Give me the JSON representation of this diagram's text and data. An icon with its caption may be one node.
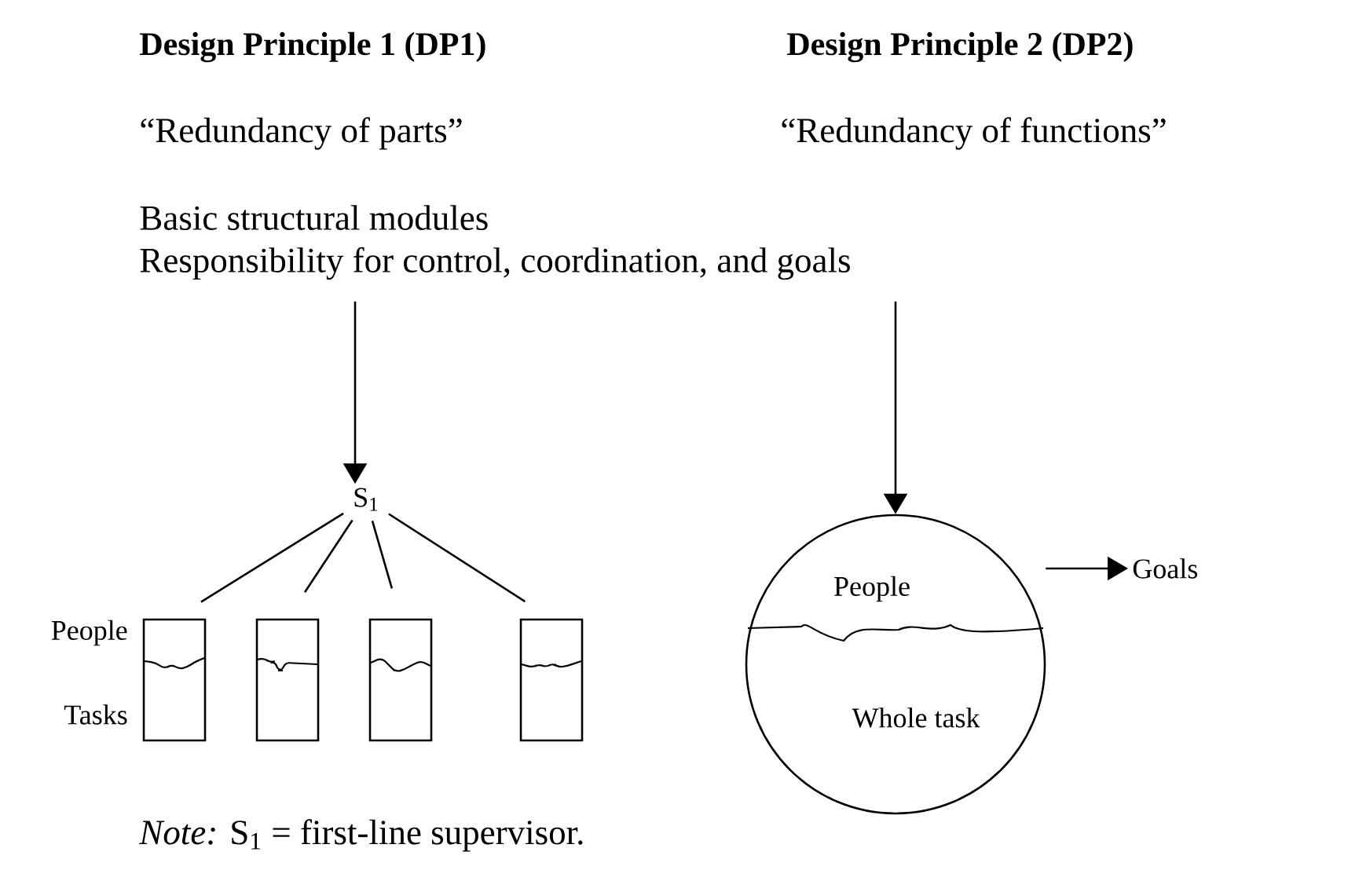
{
  "diagram": {
    "caption": "*Note:* S$_{1}$ = first-line supervisor.",
    "nodes": [
      {
        "text": [
          "Basic structural modules",
          "Responsibility for control, coordination, and goals"
        ]
      },
      {
        "text": [
          "S$_{1}$"
        ]
      },
      {
        "text": [],
        "shape": "box",
        "beside": [
          "People",
          "Tasks"
        ]
      },
      {
        "text": [],
        "shape": "box"
      },
      {
        "text": [],
        "shape": "box"
      },
      {
        "text": [],
        "shape": "box"
      },
      {
        "text": [
          "People",
          "Whole task"
        ]
      },
      {
        "text": [
          "Goals"
        ]
      }
    ],
    "edges": [
      {
        "from": 0,
        "to": 1,
        "arrow": "to"
      },
      {
        "from": 0,
        "to": 6,
        "arrow": "to"
      },
      {
        "from": 1,
        "to": 2,
        "arrow": "none"
      },
      {
        "from": 1,
        "to": 3,
        "arrow": "none"
      },
      {
        "from": 1,
        "to": 4,
        "arrow": "none"
      },
      {
        "from": 1,
        "to": 5,
        "arrow": "none"
      },
      {
        "from": 6,
        "to": 7,
        "arrow": "to"
      }
    ],
    "labels": [
      "Design Principle 1 (DP1)",
      "Design Principle 2 (DP2)",
      "“Redundancy of parts”",
      "“Redundancy of functions”"
    ]
  }
}
